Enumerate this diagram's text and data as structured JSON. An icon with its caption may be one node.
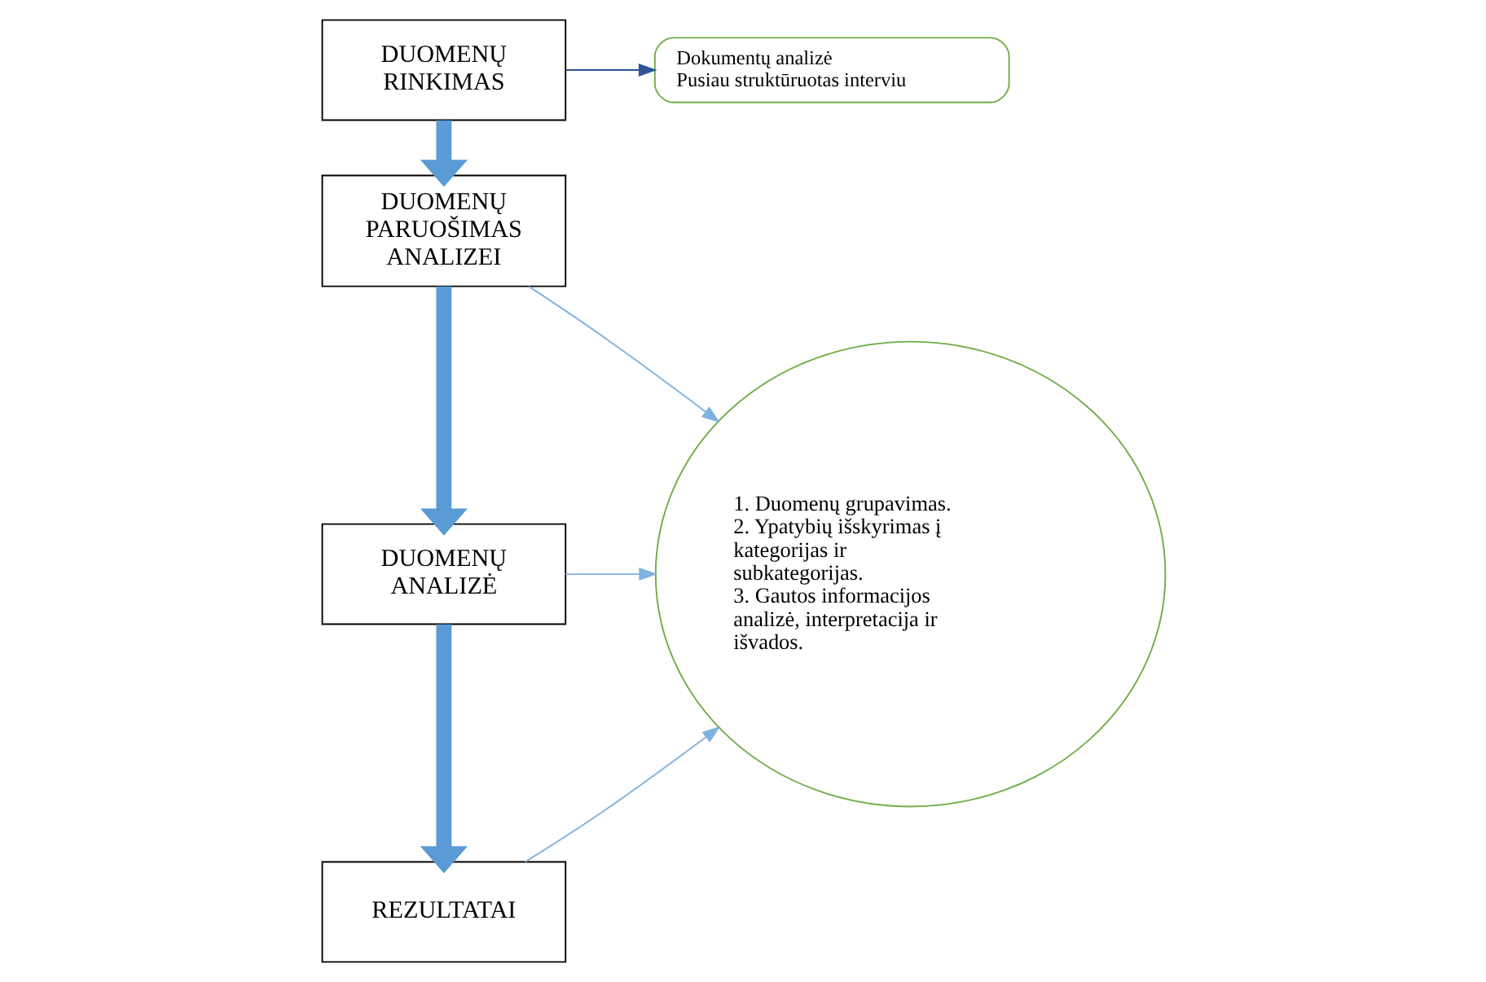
{
  "diagram": {
    "nodes": [
      {
        "text": [
          "DUOMENŲ RINKIMAS"
        ]
      },
      {
        "text": [
          "Dokumentų analizė",
          "Pusiau struktūruotas interviu"
        ]
      },
      {
        "text": [
          "DUOMENŲ PARUOŠIMAS ANALIZEI"
        ]
      },
      {
        "text": [
          "DUOMENŲ ANALIZĖ"
        ]
      },
      {
        "text": [
          "REZULTATAI"
        ]
      },
      {
        "text": [
          "1. Duomenų grupavimas.",
          "2. Ypatybių išskyrimas į kategorijas ir subkategorijas.",
          "3. Gautos informacijos analizė, interpretacija ir išvados."
        ]
      }
    ],
    "edges": [
      {
        "from": 0,
        "to": 1,
        "arrow": "to",
        "color": "#2f5597"
      },
      {
        "from": 0,
        "to": 2,
        "arrow": "to",
        "style": "thick",
        "color": "#5b9bd5"
      },
      {
        "from": 2,
        "to": 5,
        "arrow": "to",
        "color": "#7fb2e0"
      },
      {
        "from": 2,
        "to": 3,
        "arrow": "to",
        "style": "thick",
        "color": "#5b9bd5"
      },
      {
        "from": 3,
        "to": 5,
        "arrow": "to",
        "color": "#7fb2e0"
      },
      {
        "from": 3,
        "to": 4,
        "arrow": "to",
        "style": "thick",
        "color": "#5b9bd5"
      },
      {
        "from": 4,
        "to": 5,
        "arrow": "to",
        "color": "#7fb2e0"
      }
    ]
  }
}
